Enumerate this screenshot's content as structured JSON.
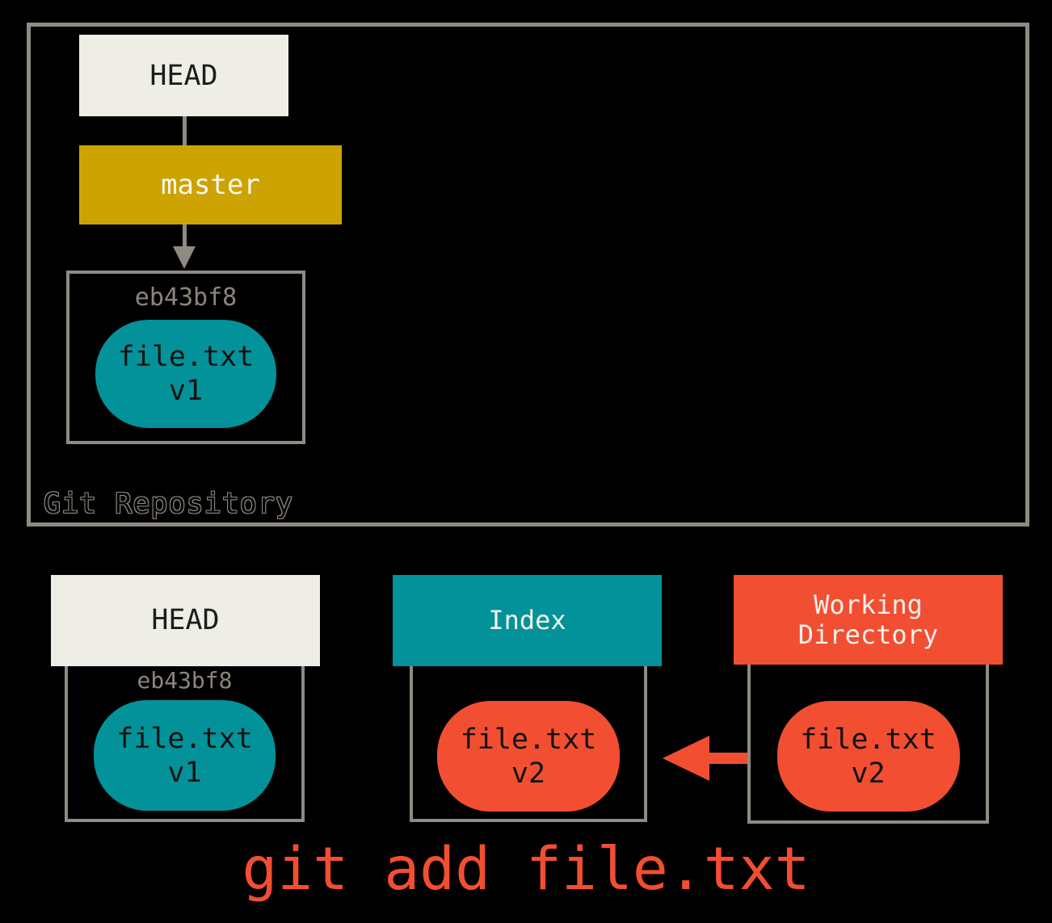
{
  "colors": {
    "background": "#000000",
    "border_gray": "#8f8a82",
    "cream": "#efeee6",
    "gold": "#cda302",
    "teal": "#039299",
    "orange": "#f24e32",
    "hash_gray": "#8b857c",
    "command_orange": "#f24e32"
  },
  "repository": {
    "label": "Git Repository",
    "head": "HEAD",
    "branch": "master",
    "commit": {
      "hash": "eb43bf8",
      "file": "file.txt",
      "version": "v1"
    }
  },
  "areas": {
    "head": {
      "title": "HEAD",
      "hash": "eb43bf8",
      "file": "file.txt",
      "version": "v1"
    },
    "index": {
      "title": "Index",
      "file": "file.txt",
      "version": "v2"
    },
    "working_directory": {
      "title": "Working Directory",
      "file": "file.txt",
      "version": "v2"
    }
  },
  "command": "git add file.txt"
}
